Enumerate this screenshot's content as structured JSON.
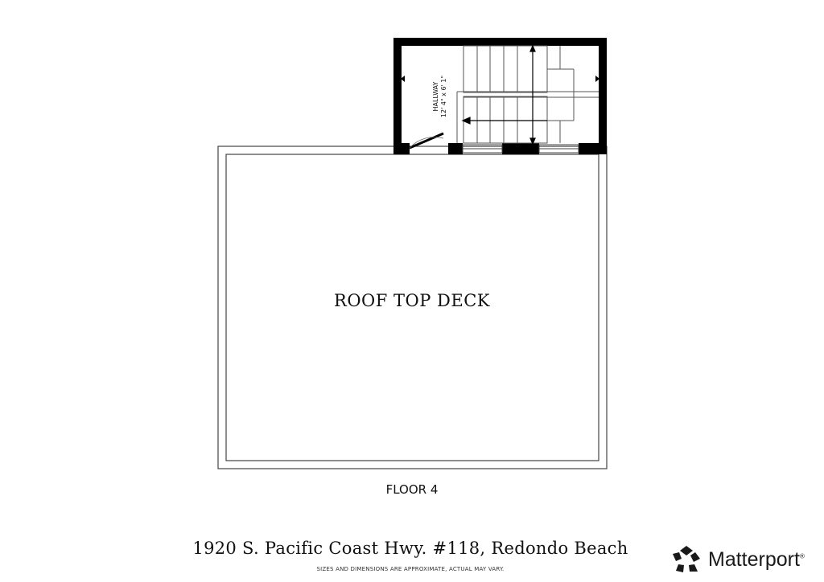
{
  "plan": {
    "main_room": "ROOF TOP DECK",
    "hallway_name": "HALLWAY",
    "hallway_size": "12' 4\" x 6' 1\"",
    "floor": "FLOOR 4"
  },
  "footer": {
    "address": "1920 S. Pacific Coast Hwy. #118, Redondo Beach",
    "disclaimer": "SIZES AND DIMENSIONS ARE APPROXIMATE, ACTUAL MAY VARY.",
    "brand": "Matterport",
    "brand_mark": "®"
  },
  "colors": {
    "wall": "#000000",
    "line": "#444444",
    "background": "#ffffff"
  }
}
